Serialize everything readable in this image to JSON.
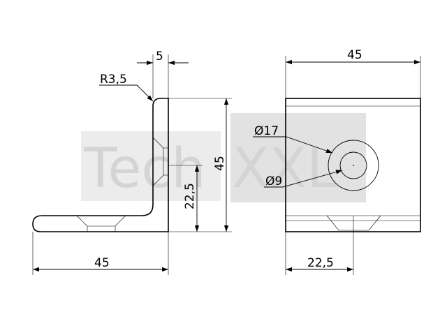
{
  "watermark": {
    "text_left": "Tech",
    "text_right": "XXL",
    "color": "#d4d4d4"
  },
  "side_view": {
    "dim_thickness": "5",
    "dim_radius": "R3,5",
    "dim_height": "45",
    "dim_hole_height": "22,5",
    "dim_length": "45"
  },
  "front_view": {
    "dim_width": "45",
    "dim_outer_diameter": "Ø17",
    "dim_inner_diameter": "Ø9",
    "dim_hole_offset": "22,5"
  },
  "colors": {
    "line": "#000000",
    "background": "#ffffff"
  }
}
